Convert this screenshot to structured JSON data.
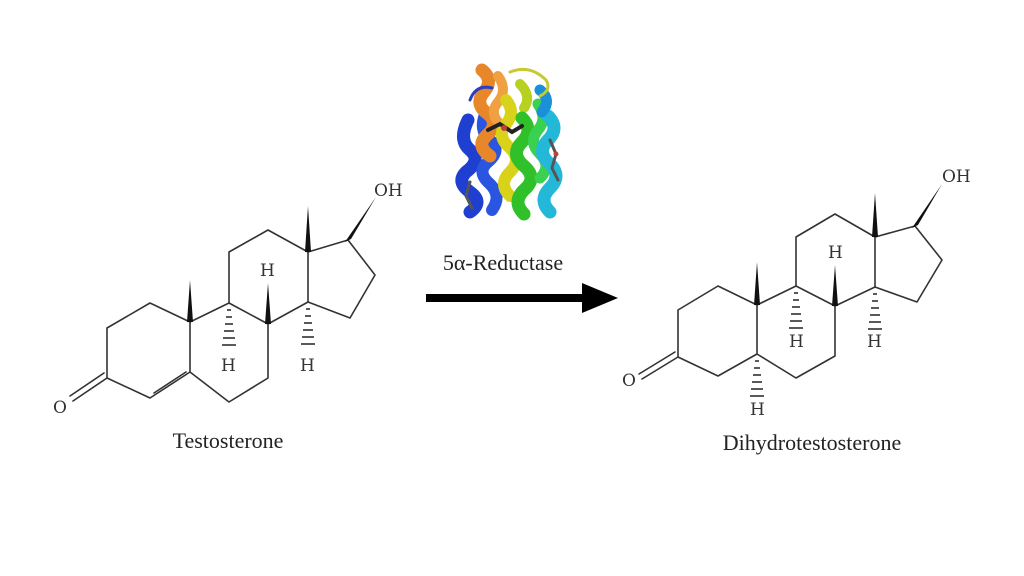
{
  "reactant": {
    "name": "Testosterone"
  },
  "product": {
    "name": "Dihydrotestosterone"
  },
  "enzyme": {
    "name": "5α-Reductase"
  },
  "atoms": {
    "oxygen": "O",
    "hydroxyl": "OH",
    "hydrogen": "H"
  },
  "colors": {
    "bond": "#333333",
    "arrow": "#000000",
    "helix_blue": "#1f3fd0",
    "helix_orange": "#e8862a",
    "helix_yellow": "#d8d21a",
    "helix_green": "#2fc02a",
    "helix_cyan": "#24b8d8"
  }
}
